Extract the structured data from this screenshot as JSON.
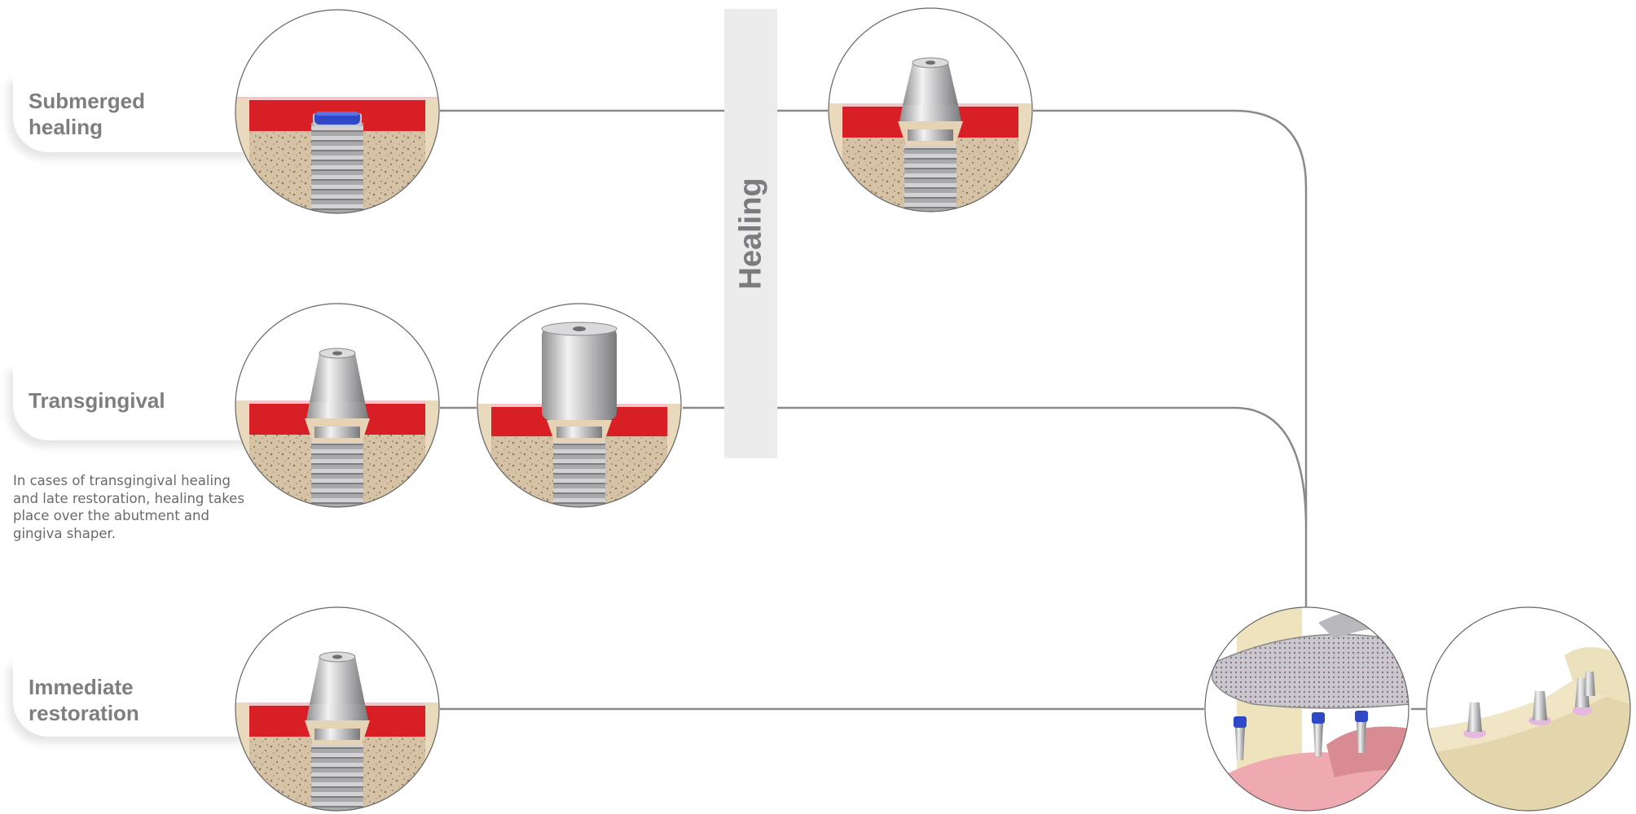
{
  "rows": {
    "submerged": {
      "label": "Submerged healing"
    },
    "transgingival": {
      "label": "Transgingival",
      "note": "In cases of transgingival healing and late restoration, healing takes place over the abutment and gingiva shaper."
    },
    "immediate": {
      "label": "Immediate restoration"
    }
  },
  "healing_bar": {
    "label": "Healing"
  },
  "colors": {
    "line": "#8a8a8c",
    "label_text": "#7e7e80",
    "bar_bg": "#ececec",
    "gingiva_red": "#d81f26",
    "gingiva_pink": "#f2b8bd",
    "bone": "#d9c7ac",
    "cap_blue": "#2e48c8",
    "titanium": "#c9c9cb"
  },
  "illustrations": [
    {
      "name": "implant-with-cover-screw",
      "row": "submerged"
    },
    {
      "name": "implant-with-abutment-healed",
      "row": "submerged"
    },
    {
      "name": "implant-with-abutment",
      "row": "transgingival"
    },
    {
      "name": "implant-with-gingiva-shaper",
      "row": "transgingival"
    },
    {
      "name": "implant-with-abutment-immediate",
      "row": "immediate"
    },
    {
      "name": "mesh-tray-on-jaw-model",
      "row": "final"
    },
    {
      "name": "jaw-model-with-abutments",
      "row": "final"
    }
  ]
}
